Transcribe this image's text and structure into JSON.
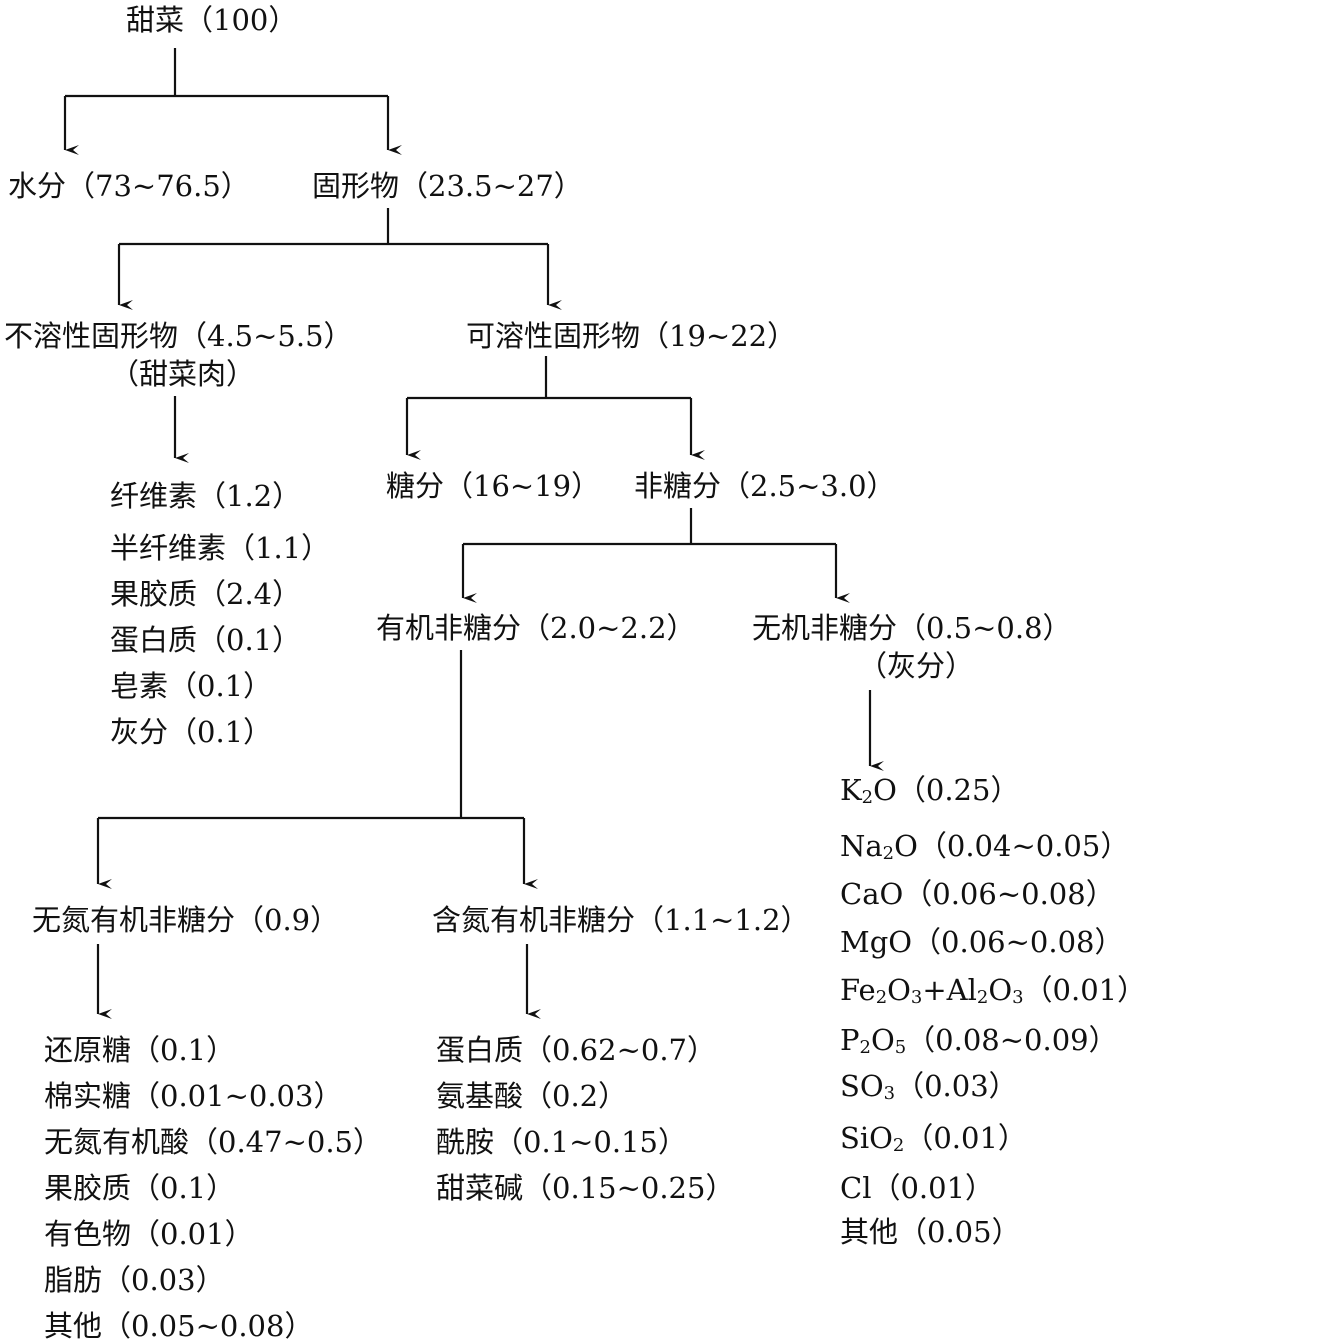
{
  "diagram": {
    "root": "甜菜（100）",
    "water": "水分（73~76.5）",
    "solids": "固形物（23.5~27）",
    "insoluble": "不溶性固形物（4.5~5.5）",
    "insoluble_alias": "（甜菜肉）",
    "soluble": "可溶性固形物（19~22）",
    "sugar": "糖分（16~19）",
    "nonsugar": "非糖分（2.5~3.0）",
    "organic_nonsugar": "有机非糖分（2.0~2.2）",
    "inorganic_nonsugar": "无机非糖分（0.5~0.8）",
    "inorganic_alias": "（灰分）",
    "n_free": "无氮有机非糖分（0.9）",
    "n_containing": "含氮有机非糖分（1.1~1.2）",
    "insoluble_items": [
      "纤维素（1.2）",
      "半纤维素（1.1）",
      "果胶质（2.4）",
      "蛋白质（0.1）",
      "皂素（0.1）",
      "灰分（0.1）"
    ],
    "n_free_items": [
      "还原糖（0.1）",
      "棉实糖（0.01~0.03）",
      "无氮有机酸（0.47~0.5）",
      "果胶质（0.1）",
      "有色物（0.01）",
      "脂肪（0.03）",
      "其他（0.05~0.08）"
    ],
    "n_containing_items": [
      "蛋白质（0.62~0.7）",
      "氨基酸（0.2）",
      "酰胺（0.1~0.15）",
      "甜菜碱（0.15~0.25）"
    ],
    "ash_items": [
      "K2O（0.25）",
      "Na2O（0.04~0.05）",
      "CaO（0.06~0.08）",
      "MgO（0.06~0.08）",
      "Fe2O3+Al2O3（0.01）",
      "P2O5（0.08~0.09）",
      "SO3（0.03）",
      "SiO2（0.01）",
      "Cl（0.01）",
      "其他（0.05）"
    ]
  }
}
